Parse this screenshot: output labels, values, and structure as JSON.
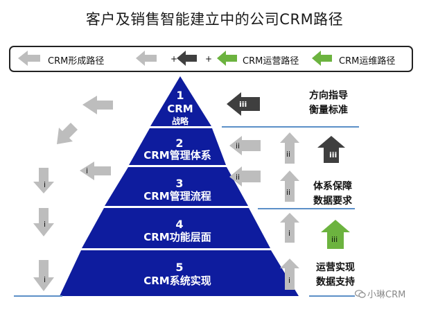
{
  "title": "客户及销售智能建立中的公司CRM路径",
  "legend": {
    "formation": "CRM形成路径",
    "plus": "+",
    "operation": "CRM运营路径",
    "maintenance": "CRM运维路径"
  },
  "levels": [
    {
      "num": "1",
      "text": "CRM",
      "text2": "战略"
    },
    {
      "num": "2",
      "text": "CRM管理体系"
    },
    {
      "num": "3",
      "text": "CRM管理流程"
    },
    {
      "num": "4",
      "text": "CRM功能层面"
    },
    {
      "num": "5",
      "text": "CRM系统实现"
    }
  ],
  "arrow_labels": {
    "i": "i",
    "ii": "ii",
    "iii": "iii"
  },
  "side_labels": {
    "direction_1": "方向指导",
    "direction_2": "衡量标准",
    "system_1": "体系保障",
    "system_2": "数据要求",
    "ops_1": "运营实现",
    "ops_2": "数据支持"
  },
  "watermark": "小琳CRM",
  "colors": {
    "navy": "#0e1c9e",
    "gray_arrow": "#bdbdbd",
    "dark_arrow": "#3f3f3f",
    "green_arrow": "#6cb33f",
    "rule_blue": "#5b8fc7"
  }
}
